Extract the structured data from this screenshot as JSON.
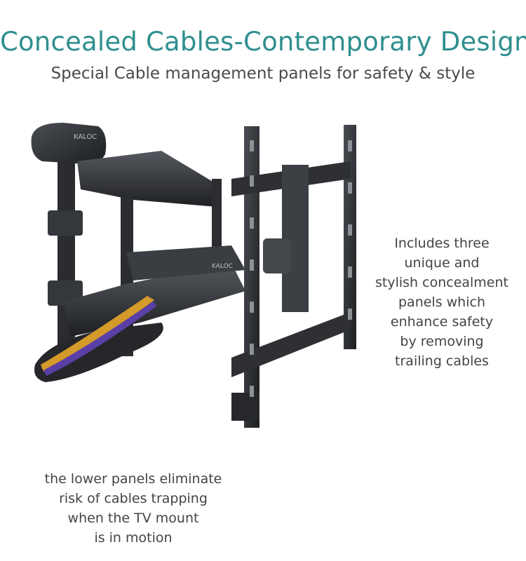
{
  "header": {
    "title": "Concealed Cables-Contemporary Design",
    "subtitle": "Special Cable management panels for safety & style"
  },
  "callouts": {
    "right": [
      "Includes three",
      "unique and",
      "stylish concealment",
      "panels which",
      "enhance safety",
      "by removing",
      "trailing cables"
    ],
    "bottom": [
      "the lower panels eliminate",
      "risk of cables trapping",
      "when the TV mount",
      "is in motion"
    ]
  },
  "product": {
    "brand_mark": "KALOC",
    "colors": {
      "metal_dark": "#1f2124",
      "metal_mid": "#3a3d42",
      "metal_light": "#6b6f75",
      "cable_orange": "#d49a2a",
      "cable_purple": "#5a3fa6"
    }
  }
}
